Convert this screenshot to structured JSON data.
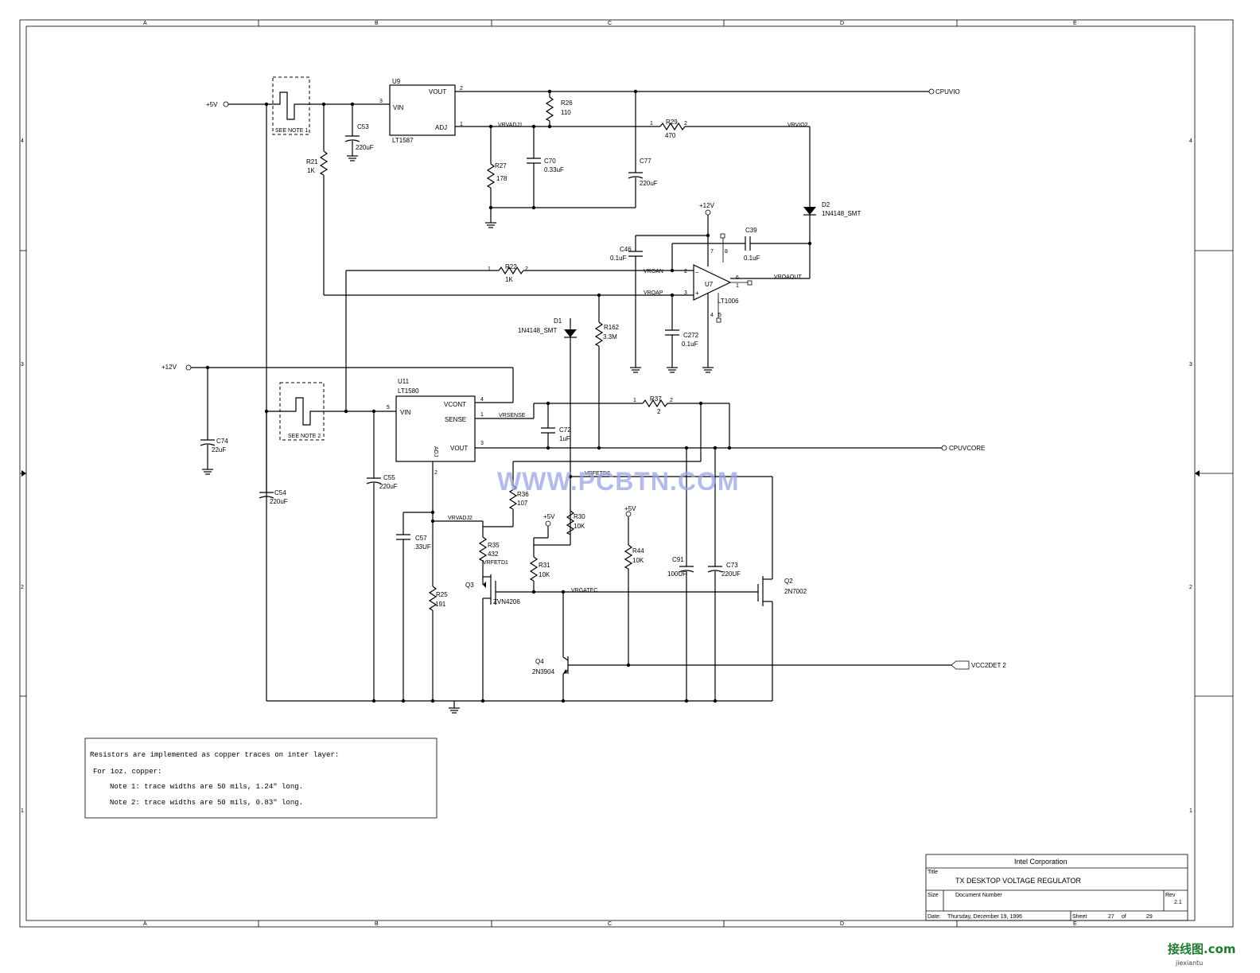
{
  "frame": {
    "col_labels": [
      "A",
      "B",
      "C",
      "D",
      "E"
    ],
    "row_labels": [
      "4",
      "3",
      "2",
      "1"
    ]
  },
  "nets": {
    "p5v": "+5V",
    "p5v_b": "+5V",
    "p5v_c": "+5V",
    "p12v": "+12V",
    "p12v_b": "+12V",
    "cpuvio": "CPUVIO",
    "cpuvcore": "CPUVCORE",
    "vcc2det": "VCC2DET 2",
    "vrvadj1": "VRVADJ1",
    "vrvio2": "VRVIO2",
    "vroan": "VROAN",
    "vroap": "VROAP",
    "vroaout": "VROAOUT",
    "vrsense": "VRSENSE",
    "vrfetd2": "VRFETD2",
    "vrvadj2": "VRVADJ2",
    "vrfetd1": "VRFETD1",
    "vrgatec": "VRGATEC"
  },
  "components": {
    "u9": {
      "ref": "U9",
      "part": "LT1587",
      "vin": "VIN",
      "vout": "VOUT",
      "adj": "ADJ"
    },
    "u11": {
      "ref": "U11",
      "part": "LT1580",
      "vin": "VIN",
      "vcont": "VCONT",
      "sense": "SENSE",
      "vout": "VOUT",
      "adj": "ADJ"
    },
    "u7": {
      "ref": "U7",
      "part": "LT1006"
    },
    "r26": {
      "ref": "R26",
      "val": "110"
    },
    "r29": {
      "ref": "R29",
      "val": "470"
    },
    "r27": {
      "ref": "R27",
      "val": "178"
    },
    "r21": {
      "ref": "R21",
      "val": "1K"
    },
    "r22": {
      "ref": "R22",
      "val": "1K"
    },
    "r162": {
      "ref": "R162",
      "val": "3.3M"
    },
    "r37": {
      "ref": "R37",
      "val": "2"
    },
    "r36": {
      "ref": "R36",
      "val": "107"
    },
    "r35": {
      "ref": "R35",
      "val": "432"
    },
    "r25": {
      "ref": "R25",
      "val": "191"
    },
    "r30": {
      "ref": "R30",
      "val": "10K"
    },
    "r31": {
      "ref": "R31",
      "val": "10K"
    },
    "r44": {
      "ref": "R44",
      "val": "10K"
    },
    "c53": {
      "ref": "C53",
      "val": "220uF"
    },
    "c70": {
      "ref": "C70",
      "val": "0.33uF"
    },
    "c77": {
      "ref": "C77",
      "val": "220uF"
    },
    "c46": {
      "ref": "C46",
      "val": "0.1uF"
    },
    "c39": {
      "ref": "C39",
      "val": "0.1uF"
    },
    "c272": {
      "ref": "C272",
      "val": "0.1uF"
    },
    "c74": {
      "ref": "C74",
      "val": "22uF"
    },
    "c54": {
      "ref": "C54",
      "val": "220uF"
    },
    "c55": {
      "ref": "C55",
      "val": "220uF"
    },
    "c72": {
      "ref": "C72",
      "val": "1uF"
    },
    "c57": {
      "ref": "C57",
      "val": ".33UF"
    },
    "c91": {
      "ref": "C91",
      "val": "100UF"
    },
    "c73": {
      "ref": "C73",
      "val": "220UF"
    },
    "d1": {
      "ref": "D1",
      "part": "1N4148_SMT"
    },
    "d2": {
      "ref": "D2",
      "part": "1N4148_SMT"
    },
    "q2": {
      "ref": "Q2",
      "part": "2N7002"
    },
    "q3": {
      "ref": "Q3",
      "part": "ZVN4206"
    },
    "q4": {
      "ref": "Q4",
      "part": "2N3904"
    }
  },
  "see_note": {
    "label1": "SEE NOTE 1",
    "label2": "SEE NOTE 2"
  },
  "notes": {
    "line1": "Resistors are implemented as copper traces on inter layer:",
    "line2": "For 1oz. copper:",
    "line3": "Note 1: trace widths are 50 mils, 1.24\" long.",
    "line4": "Note 2: trace widths are 50 mils, 0.83\" long."
  },
  "title_block": {
    "company": "Intel Corporation",
    "title_label": "Title",
    "title": "TX DESKTOP VOLTAGE REGULATOR",
    "size_label": "Size",
    "docnum_label": "Document Number",
    "rev_label": "Rev",
    "rev": "2.1",
    "date_label": "Date:",
    "date": "Thursday, December 19, 1996",
    "sheet_label": "Sheet",
    "sheet": "27",
    "of_label": "of",
    "total": "29"
  },
  "watermark": {
    "text": "WWW.PCBTN.COM",
    "logo": "接线图.com",
    "logo_sub": "jiexiantu"
  }
}
